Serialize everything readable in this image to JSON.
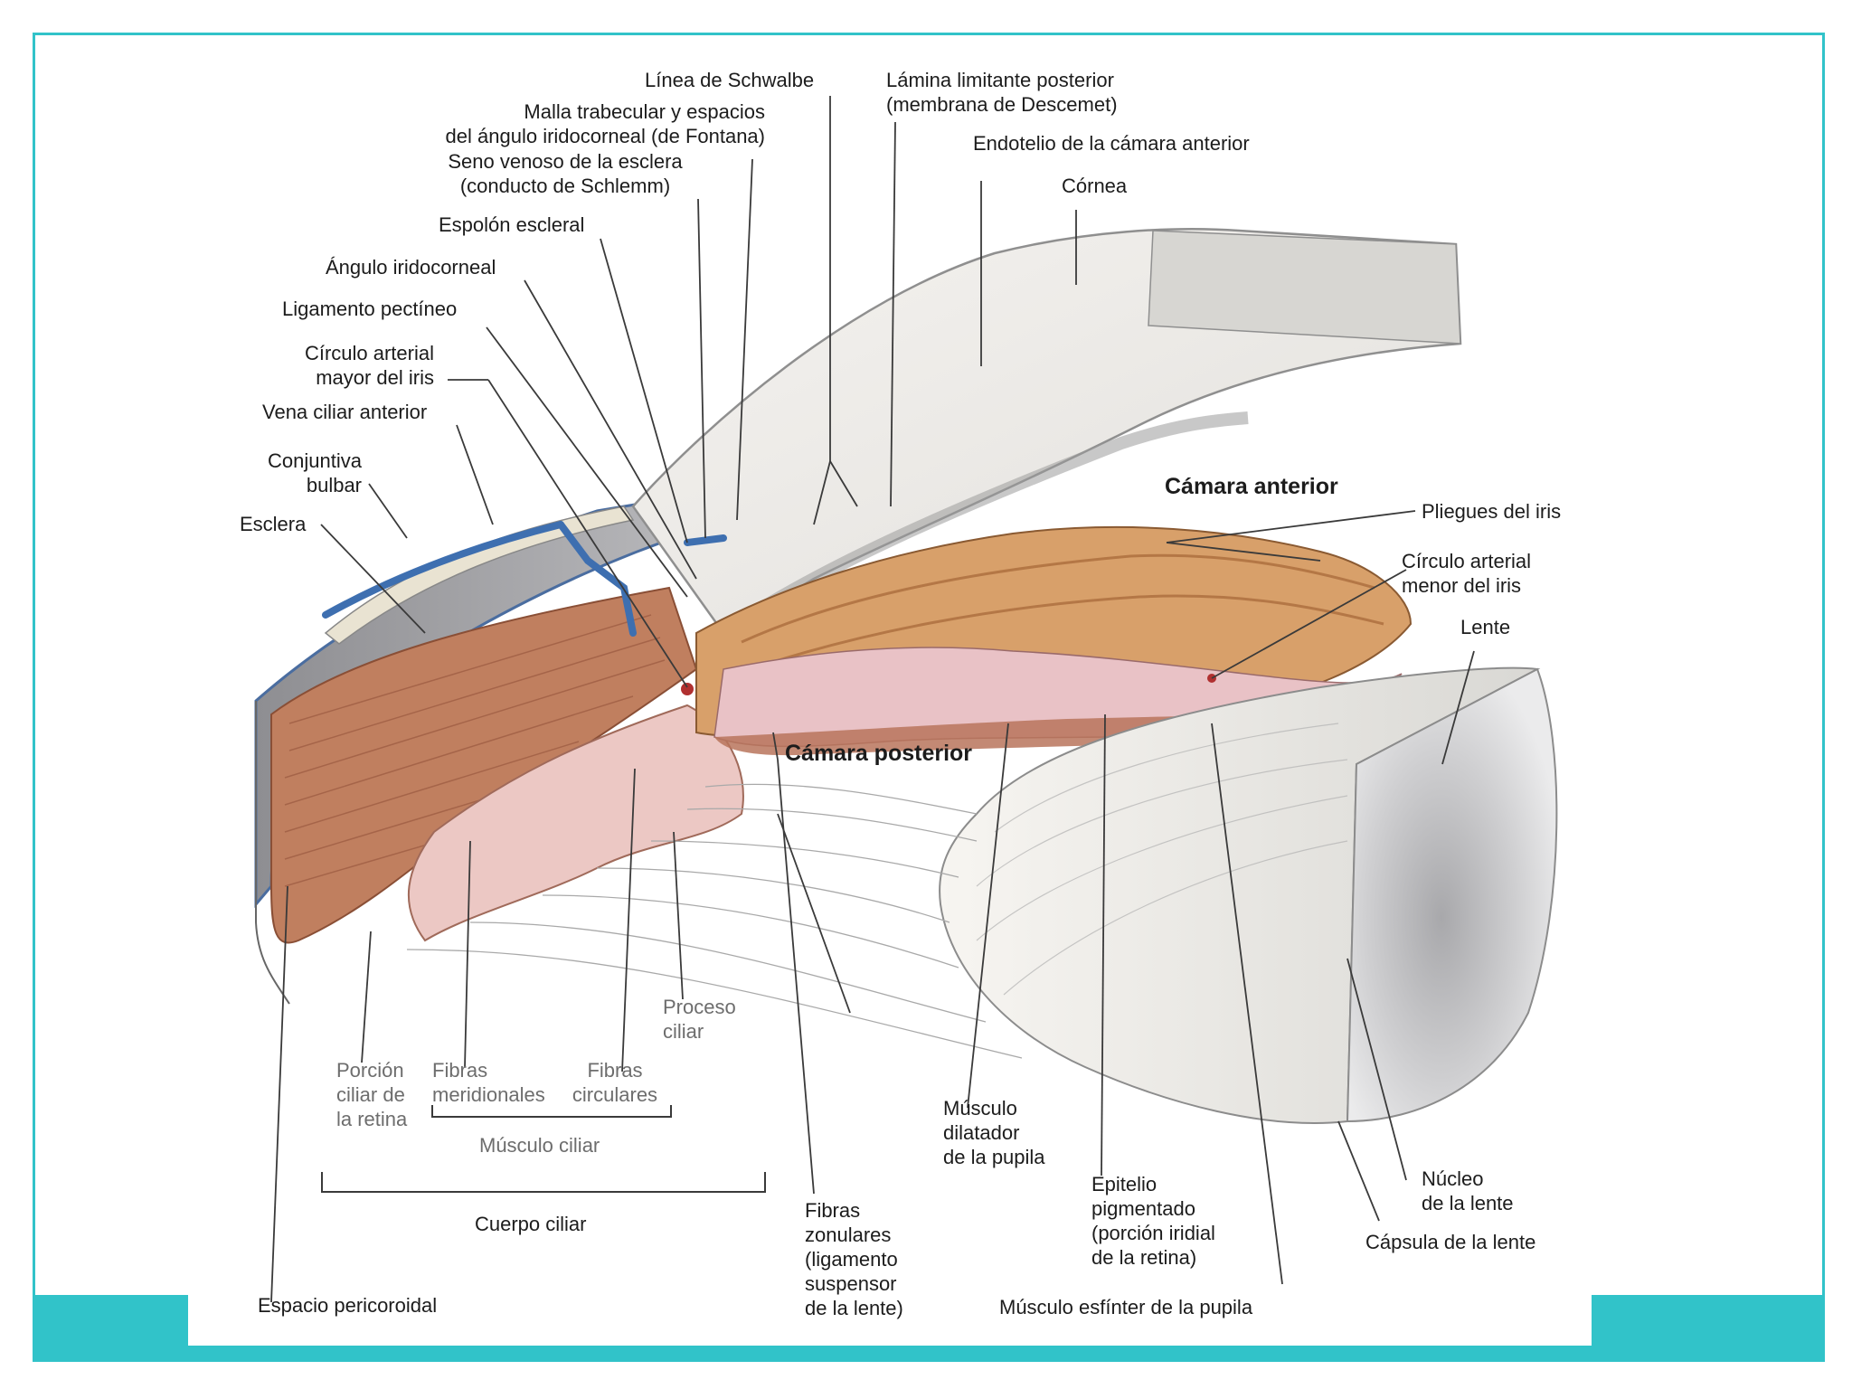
{
  "colors": {
    "frame": "#31c3c9",
    "iris": "#d49a68",
    "muscle": "#b77055",
    "lens": "#d8d8d8",
    "sclera": "#9c9ca0",
    "vein": "#3e6fb0"
  },
  "labels": {
    "linea_schwalbe": "Línea de Schwalbe",
    "malla_trabecular": "Malla trabecular y espacios\ndel ángulo iridocorneal (de Fontana)",
    "seno_venoso": "Seno venoso de la esclera\n(conducto de Schlemm)",
    "espolon_escleral": "Espolón escleral",
    "angulo_iridocorneal": "Ángulo iridocorneal",
    "ligamento_pectineo": "Ligamento pectíneo",
    "circulo_arterial_mayor": "Círculo arterial\nmayor del iris",
    "vena_ciliar_anterior": "Vena ciliar anterior",
    "conjuntiva_bulbar": "Conjuntiva\nbulbar",
    "esclera": "Esclera",
    "lamina_limitante": "Lámina limitante posterior\n(membrana de Descemet)",
    "endotelio": "Endotelio de la cámara anterior",
    "cornea": "Córnea",
    "camara_anterior": "Cámara anterior",
    "pliegues_iris": "Pliegues del iris",
    "circulo_arterial_menor": "Círculo arterial\nmenor del iris",
    "lente": "Lente",
    "camara_posterior": "Cámara posterior",
    "proceso_ciliar": "Proceso\nciliar",
    "porcion_ciliar_retina": "Porción\nciliar de\nla retina",
    "fibras_meridionales": "Fibras\nmeridionales",
    "fibras_circulares": "Fibras\ncirculares",
    "musculo_ciliar": "Músculo ciliar",
    "cuerpo_ciliar": "Cuerpo ciliar",
    "espacio_pericoroidal": "Espacio pericoroidal",
    "fibras_zonulares": "Fibras\nzonulares\n(ligamento\nsuspensor\nde la lente)",
    "musculo_dilatador": "Músculo\ndilatador\nde la pupila",
    "epitelio_pigmentado": "Epitelio\npigmentado\n(porción iridial\nde la retina)",
    "musculo_esfinter": "Músculo esfínter de la pupila",
    "nucleo_lente": "Núcleo\nde la lente",
    "capsula_lente": "Cápsula de la lente"
  }
}
